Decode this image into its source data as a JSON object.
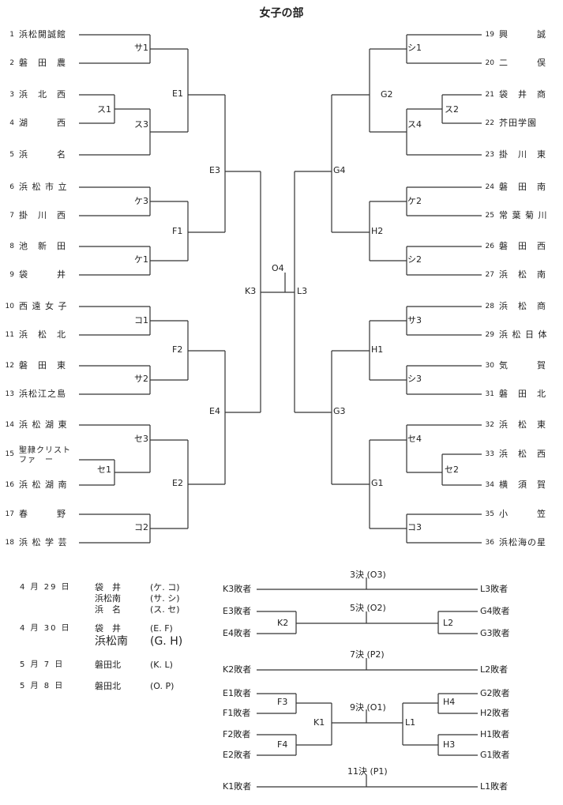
{
  "title": "女子の部",
  "left_teams": [
    {
      "num": "1",
      "name": "浜松開誠館"
    },
    {
      "num": "2",
      "name": "磐　田　農"
    },
    {
      "num": "3",
      "name": "浜　北　西"
    },
    {
      "num": "4",
      "name": "湖　　　西"
    },
    {
      "num": "5",
      "name": "浜　　　名"
    },
    {
      "num": "6",
      "name": "浜 松 市 立"
    },
    {
      "num": "7",
      "name": "掛　川　西"
    },
    {
      "num": "8",
      "name": "池　新　田"
    },
    {
      "num": "9",
      "name": "袋　　　井"
    },
    {
      "num": "10",
      "name": "西 遠 女 子"
    },
    {
      "num": "11",
      "name": "浜　松　北"
    },
    {
      "num": "12",
      "name": "磐　田　東"
    },
    {
      "num": "13",
      "name": "浜松江之島"
    },
    {
      "num": "14",
      "name": "浜 松 湖 東"
    },
    {
      "num": "15",
      "name": "聖隷クリスト ファ　ー"
    },
    {
      "num": "16",
      "name": "浜 松 湖 南"
    },
    {
      "num": "17",
      "name": "春　　　野"
    },
    {
      "num": "18",
      "name": "浜 松 学 芸"
    }
  ],
  "right_teams": [
    {
      "num": "19",
      "name": "興　　　誠"
    },
    {
      "num": "20",
      "name": "二　　　俣"
    },
    {
      "num": "21",
      "name": "袋　井　商"
    },
    {
      "num": "22",
      "name": "芥田学園"
    },
    {
      "num": "23",
      "name": "掛　川　東"
    },
    {
      "num": "24",
      "name": "磐　田　南"
    },
    {
      "num": "25",
      "name": "常 葉 菊 川"
    },
    {
      "num": "26",
      "name": "磐　田　西"
    },
    {
      "num": "27",
      "name": "浜　松　南"
    },
    {
      "num": "28",
      "name": "浜　松　商"
    },
    {
      "num": "29",
      "name": "浜 松 日 体"
    },
    {
      "num": "30",
      "name": "気　　　賀"
    },
    {
      "num": "31",
      "name": "磐　田　北"
    },
    {
      "num": "32",
      "name": "浜　松　東"
    },
    {
      "num": "33",
      "name": "浜　松　西"
    },
    {
      "num": "34",
      "name": "横　須　賀"
    },
    {
      "num": "35",
      "name": "小　　　笠"
    },
    {
      "num": "36",
      "name": "浜松海の星"
    }
  ],
  "match_labels": {
    "sa1": "サ1",
    "su1": "ス1",
    "su3": "ス3",
    "e1": "E1",
    "ke3": "ケ3",
    "ke1": "ケ1",
    "f1": "F1",
    "e3": "E3",
    "ko1": "コ1",
    "sa2": "サ2",
    "f2": "F2",
    "se3": "セ3",
    "se1": "セ1",
    "ko2": "コ2",
    "e2": "E2",
    "e4": "E4",
    "k3": "K3",
    "o4": "O4",
    "l3": "L3",
    "shi1": "シ1",
    "su2": "ス2",
    "su4": "ス4",
    "g2": "G2",
    "ke2": "ケ2",
    "shi2": "シ2",
    "h2": "H2",
    "g4": "G4",
    "sa3": "サ3",
    "shi3": "シ3",
    "h1": "H1",
    "se4": "セ4",
    "se2": "セ2",
    "ko3": "コ3",
    "g1": "G1",
    "g3": "G3"
  },
  "schedule": [
    {
      "date": "4 月 29 日",
      "lines": [
        {
          "venue": "袋　井",
          "match": "(ケ. コ)"
        },
        {
          "venue": "浜松南",
          "match": "(サ. シ)"
        },
        {
          "venue": "浜　名",
          "match": "(ス. セ)"
        }
      ]
    },
    {
      "date": "4 月 30 日",
      "lines": [
        {
          "venue": "袋　井",
          "match": "(E. F)"
        },
        {
          "venue": "浜松南",
          "match": "(G. H)"
        }
      ]
    },
    {
      "date": "5 月 7 日",
      "lines": [
        {
          "venue": "磐田北",
          "match": "(K. L)"
        }
      ]
    },
    {
      "date": "5 月 8 日",
      "lines": [
        {
          "venue": "磐田北",
          "match": "(O. P)"
        }
      ]
    }
  ],
  "consolation": {
    "m3": {
      "title": "3決 (O3)",
      "left": "K3敗者",
      "right": "L3敗者"
    },
    "m5": {
      "title": "5決 (O2)",
      "left_top": "E3敗者",
      "left_bottom": "E4敗者",
      "left_node": "K2",
      "right_top": "G4敗者",
      "right_bottom": "G3敗者",
      "right_node": "L2"
    },
    "m7": {
      "title": "7決 (P2)",
      "left": "K2敗者",
      "right": "L2敗者"
    },
    "m9": {
      "title": "9決 (O1)",
      "l1": "E1敗者",
      "l2": "F1敗者",
      "l3": "F2敗者",
      "l4": "E2敗者",
      "f3": "F3",
      "f4": "F4",
      "k1": "K1",
      "l1node": "L1",
      "h4": "H4",
      "h3": "H3",
      "r1": "G2敗者",
      "r2": "H2敗者",
      "r3": "H1敗者",
      "r4": "G1敗者"
    },
    "m11": {
      "title": "11決 (P1)",
      "left": "K1敗者",
      "right": "L1敗者"
    }
  }
}
